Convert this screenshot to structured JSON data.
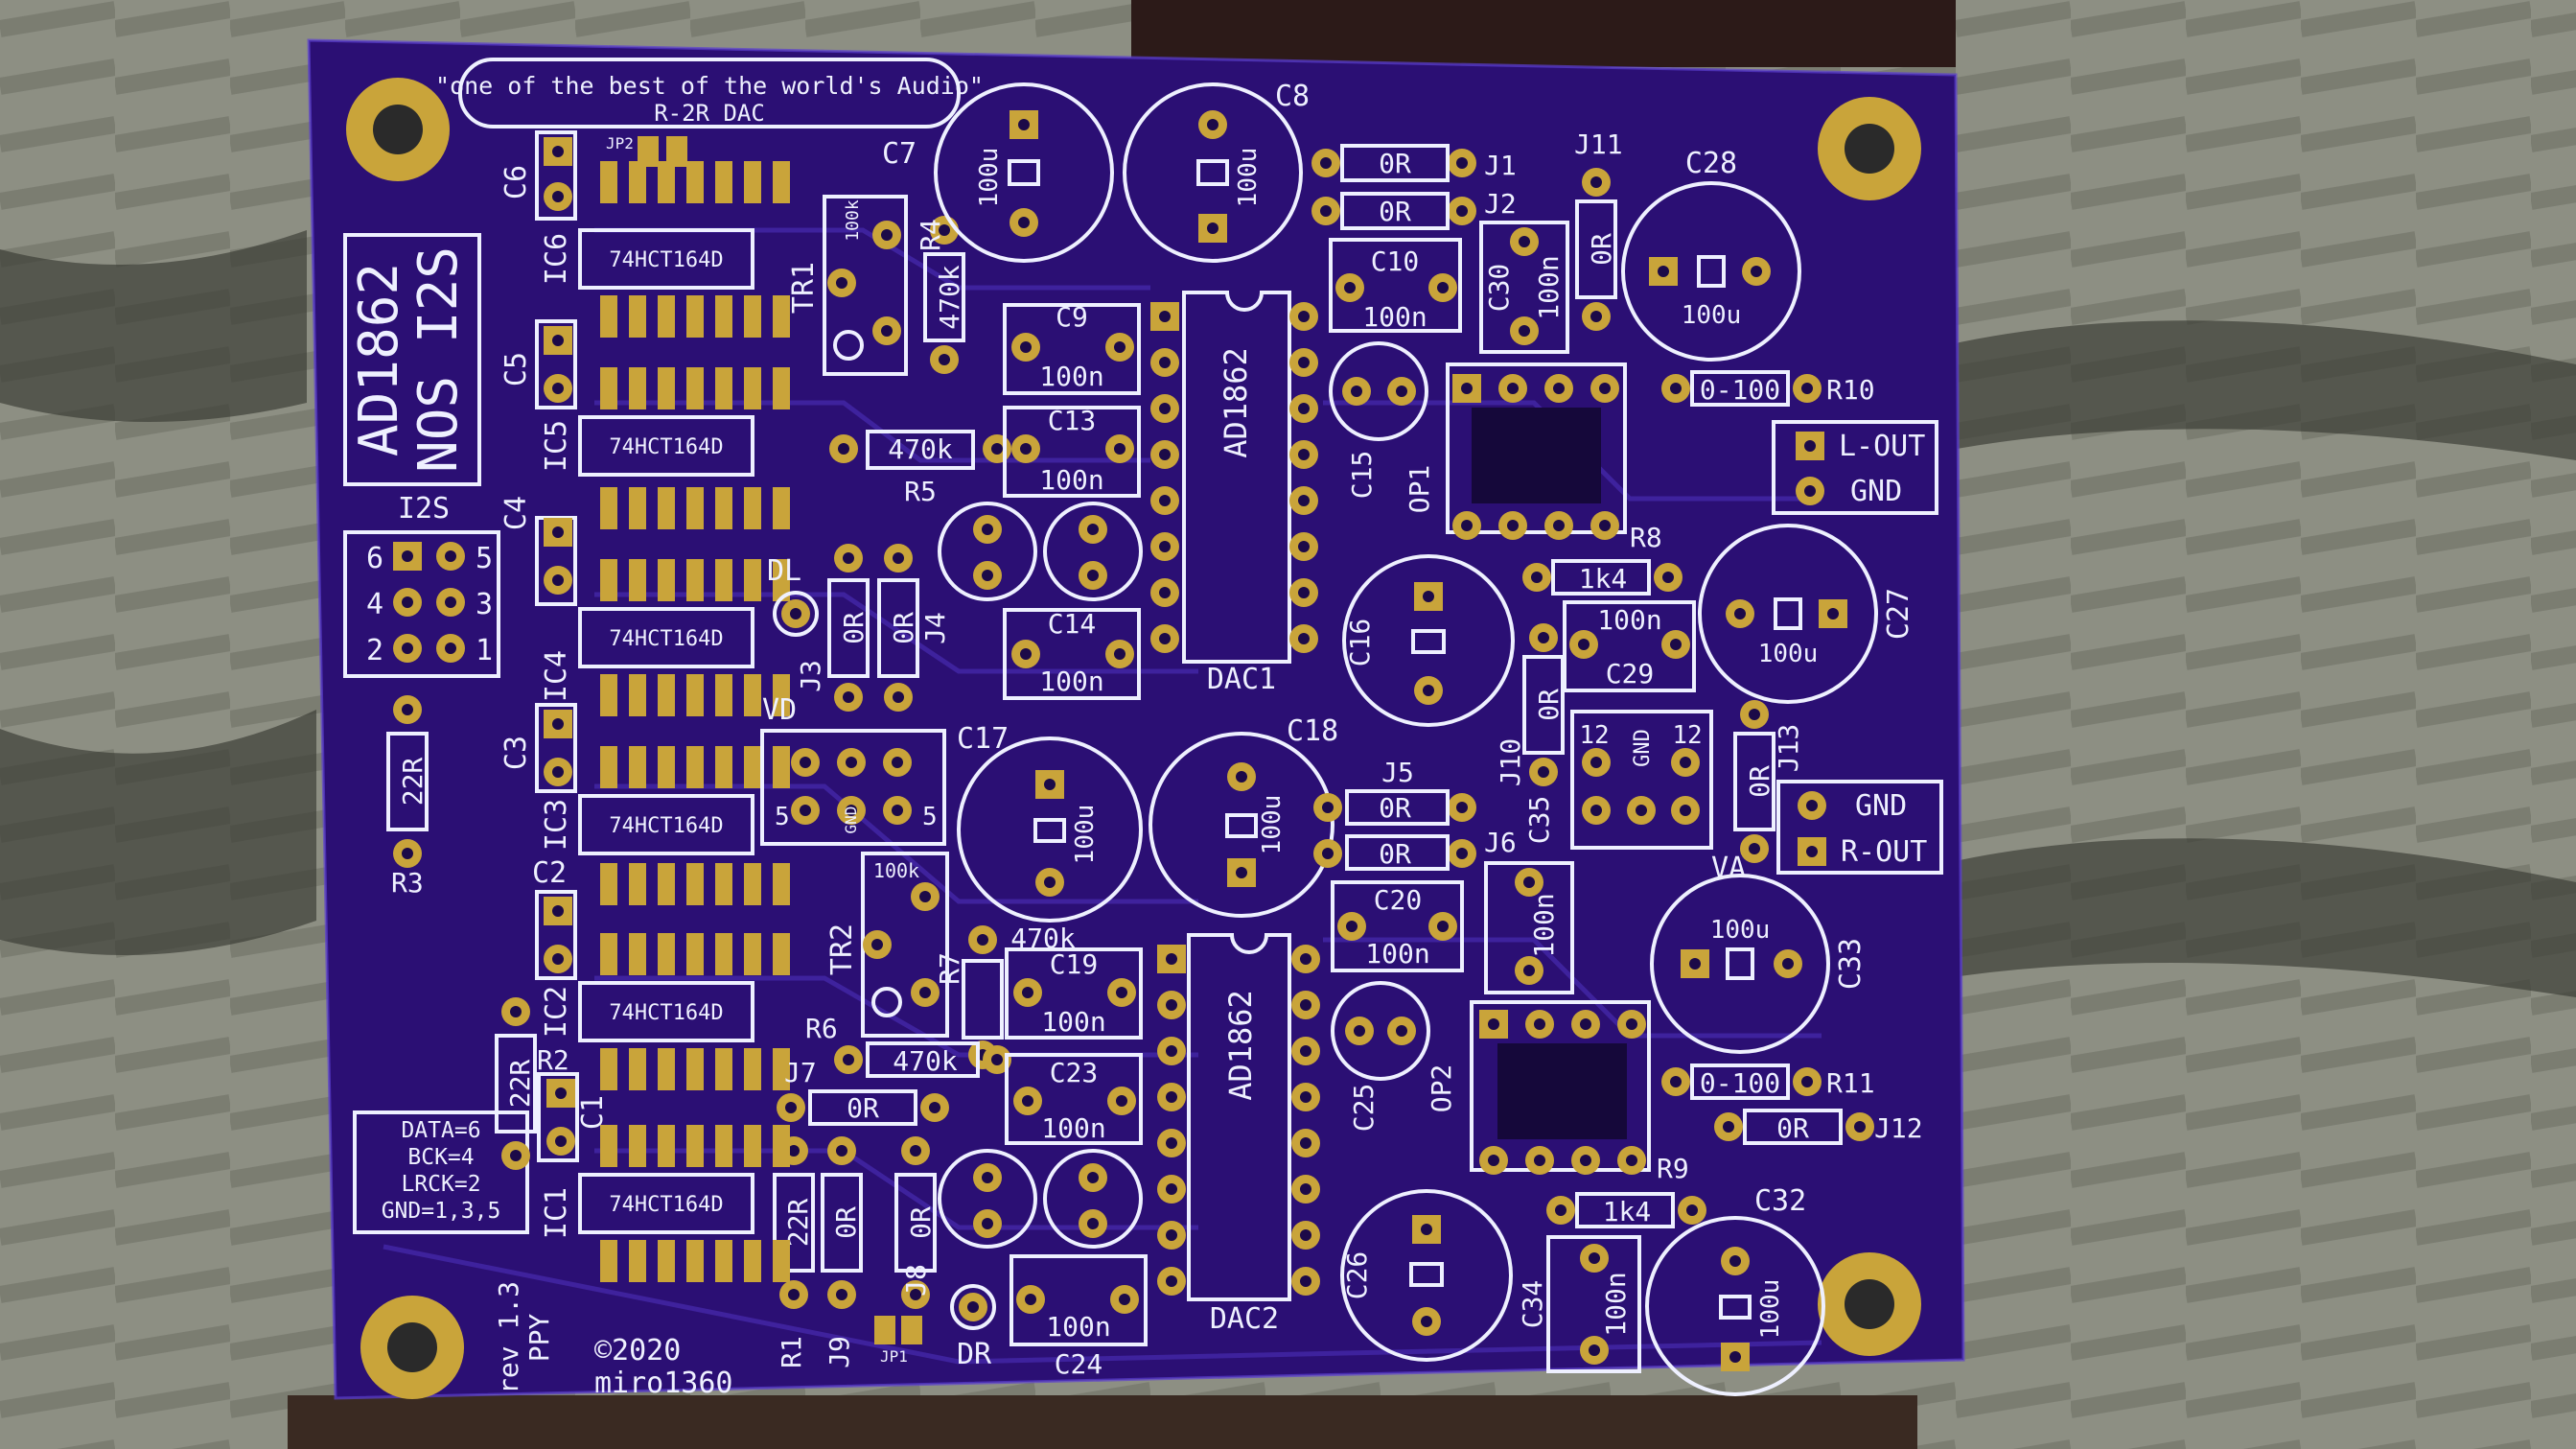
{
  "board": {
    "tagline": "\"one of the best of the world's Audio\"",
    "subtitle": "R-2R DAC",
    "title_line1": "AD1862",
    "title_line2": "NOS I2S",
    "revision": "rev 1.3",
    "designer_initials": "PPY",
    "copyright": "©2020",
    "author": "miro1360",
    "pin_legend": [
      "DATA=6",
      "BCK=4",
      "LRCK=2",
      "GND=1,3,5"
    ],
    "i2s_header_label": "I2S",
    "i2s_pin_numbers": [
      "6",
      "5",
      "4",
      "3",
      "2",
      "1"
    ]
  },
  "shift_registers": [
    {
      "ref": "IC6",
      "part": "74HCT164D"
    },
    {
      "ref": "IC5",
      "part": "74HCT164D"
    },
    {
      "ref": "IC4",
      "part": "74HCT164D"
    },
    {
      "ref": "IC3",
      "part": "74HCT164D"
    },
    {
      "ref": "IC2",
      "part": "74HCT164D"
    },
    {
      "ref": "IC1",
      "part": "74HCT164D"
    }
  ],
  "dacs": [
    {
      "ref": "DAC1",
      "part": "AD1862"
    },
    {
      "ref": "DAC2",
      "part": "AD1862"
    }
  ],
  "opamps": [
    "OP1",
    "OP2"
  ],
  "electrolytic_caps": [
    {
      "ref": "C7",
      "value": "100u"
    },
    {
      "ref": "C8",
      "value": "100u"
    },
    {
      "ref": "C28",
      "value": "100u"
    },
    {
      "ref": "C27",
      "value": "100u"
    },
    {
      "ref": "C17",
      "value": "100u"
    },
    {
      "ref": "C18",
      "value": "100u"
    },
    {
      "ref": "C33",
      "value": "100u"
    },
    {
      "ref": "C32",
      "value": "100u"
    }
  ],
  "ceramic_caps": [
    {
      "ref": "C9",
      "value": "100n"
    },
    {
      "ref": "C13",
      "value": "100n"
    },
    {
      "ref": "C14",
      "value": "100n"
    },
    {
      "ref": "C10",
      "value": "100n"
    },
    {
      "ref": "C30",
      "value": "100n"
    },
    {
      "ref": "C29",
      "value": "100n"
    },
    {
      "ref": "C19",
      "value": "100n"
    },
    {
      "ref": "C23",
      "value": "100n"
    },
    {
      "ref": "C24",
      "value": "100n"
    },
    {
      "ref": "C20",
      "value": "100n"
    },
    {
      "ref": "C35",
      "value": "100n"
    },
    {
      "ref": "C34",
      "value": "100n"
    }
  ],
  "resistors": [
    {
      "ref": "R5",
      "value": "470k"
    },
    {
      "ref": "R4",
      "value": "470k"
    },
    {
      "ref": "R6",
      "value": "470k"
    },
    {
      "ref": "R7",
      "value": "470k"
    },
    {
      "ref": "R3",
      "value": "22R"
    },
    {
      "ref": "R2",
      "value": "22R"
    },
    {
      "ref": "R1",
      "value": "22R"
    },
    {
      "ref": "R8",
      "value": "1k4"
    },
    {
      "ref": "R9",
      "value": "1k4"
    },
    {
      "ref": "R10",
      "value": "0-100"
    },
    {
      "ref": "R11",
      "value": "0-100"
    }
  ],
  "jumpers": [
    {
      "ref": "J1",
      "value": "0R"
    },
    {
      "ref": "J2",
      "value": "0R"
    },
    {
      "ref": "J11",
      "value": "0R"
    },
    {
      "ref": "J3",
      "value": "0R"
    },
    {
      "ref": "J4",
      "value": "0R"
    },
    {
      "ref": "J5",
      "value": "0R"
    },
    {
      "ref": "J6",
      "value": "0R"
    },
    {
      "ref": "J10",
      "value": "0R"
    },
    {
      "ref": "J13",
      "value": "0R"
    },
    {
      "ref": "J7",
      "value": "0R"
    },
    {
      "ref": "J8",
      "value": "0R"
    },
    {
      "ref": "J9",
      "value": "0R"
    },
    {
      "ref": "J12",
      "value": "0R"
    }
  ],
  "trimmers": [
    {
      "ref": "TR1",
      "value": "100k"
    },
    {
      "ref": "TR2",
      "value": "100k"
    }
  ],
  "labels": {
    "jp1": "JP1",
    "jp2": "JP2",
    "c15": "C15",
    "c25": "C25",
    "c16": "C16",
    "c26": "C26",
    "c1": "C1",
    "c2": "C2",
    "c3": "C3",
    "c4": "C4",
    "c5": "C5",
    "c6": "C6",
    "vd": "VD",
    "va": "VA",
    "dl": "DL",
    "dr": "DR",
    "vd_pins": [
      "5",
      "GND",
      "5"
    ],
    "va_pins": [
      "12",
      "GND",
      "12"
    ]
  },
  "outputs": {
    "left": [
      "L-OUT",
      "GND"
    ],
    "right": [
      "GND",
      "R-OUT"
    ]
  },
  "colors": {
    "pcb": "#2b0f74",
    "silkscreen": "#eef0ff",
    "pad_gold": "#c9a43a",
    "background_fabric": "#8d8f83"
  }
}
